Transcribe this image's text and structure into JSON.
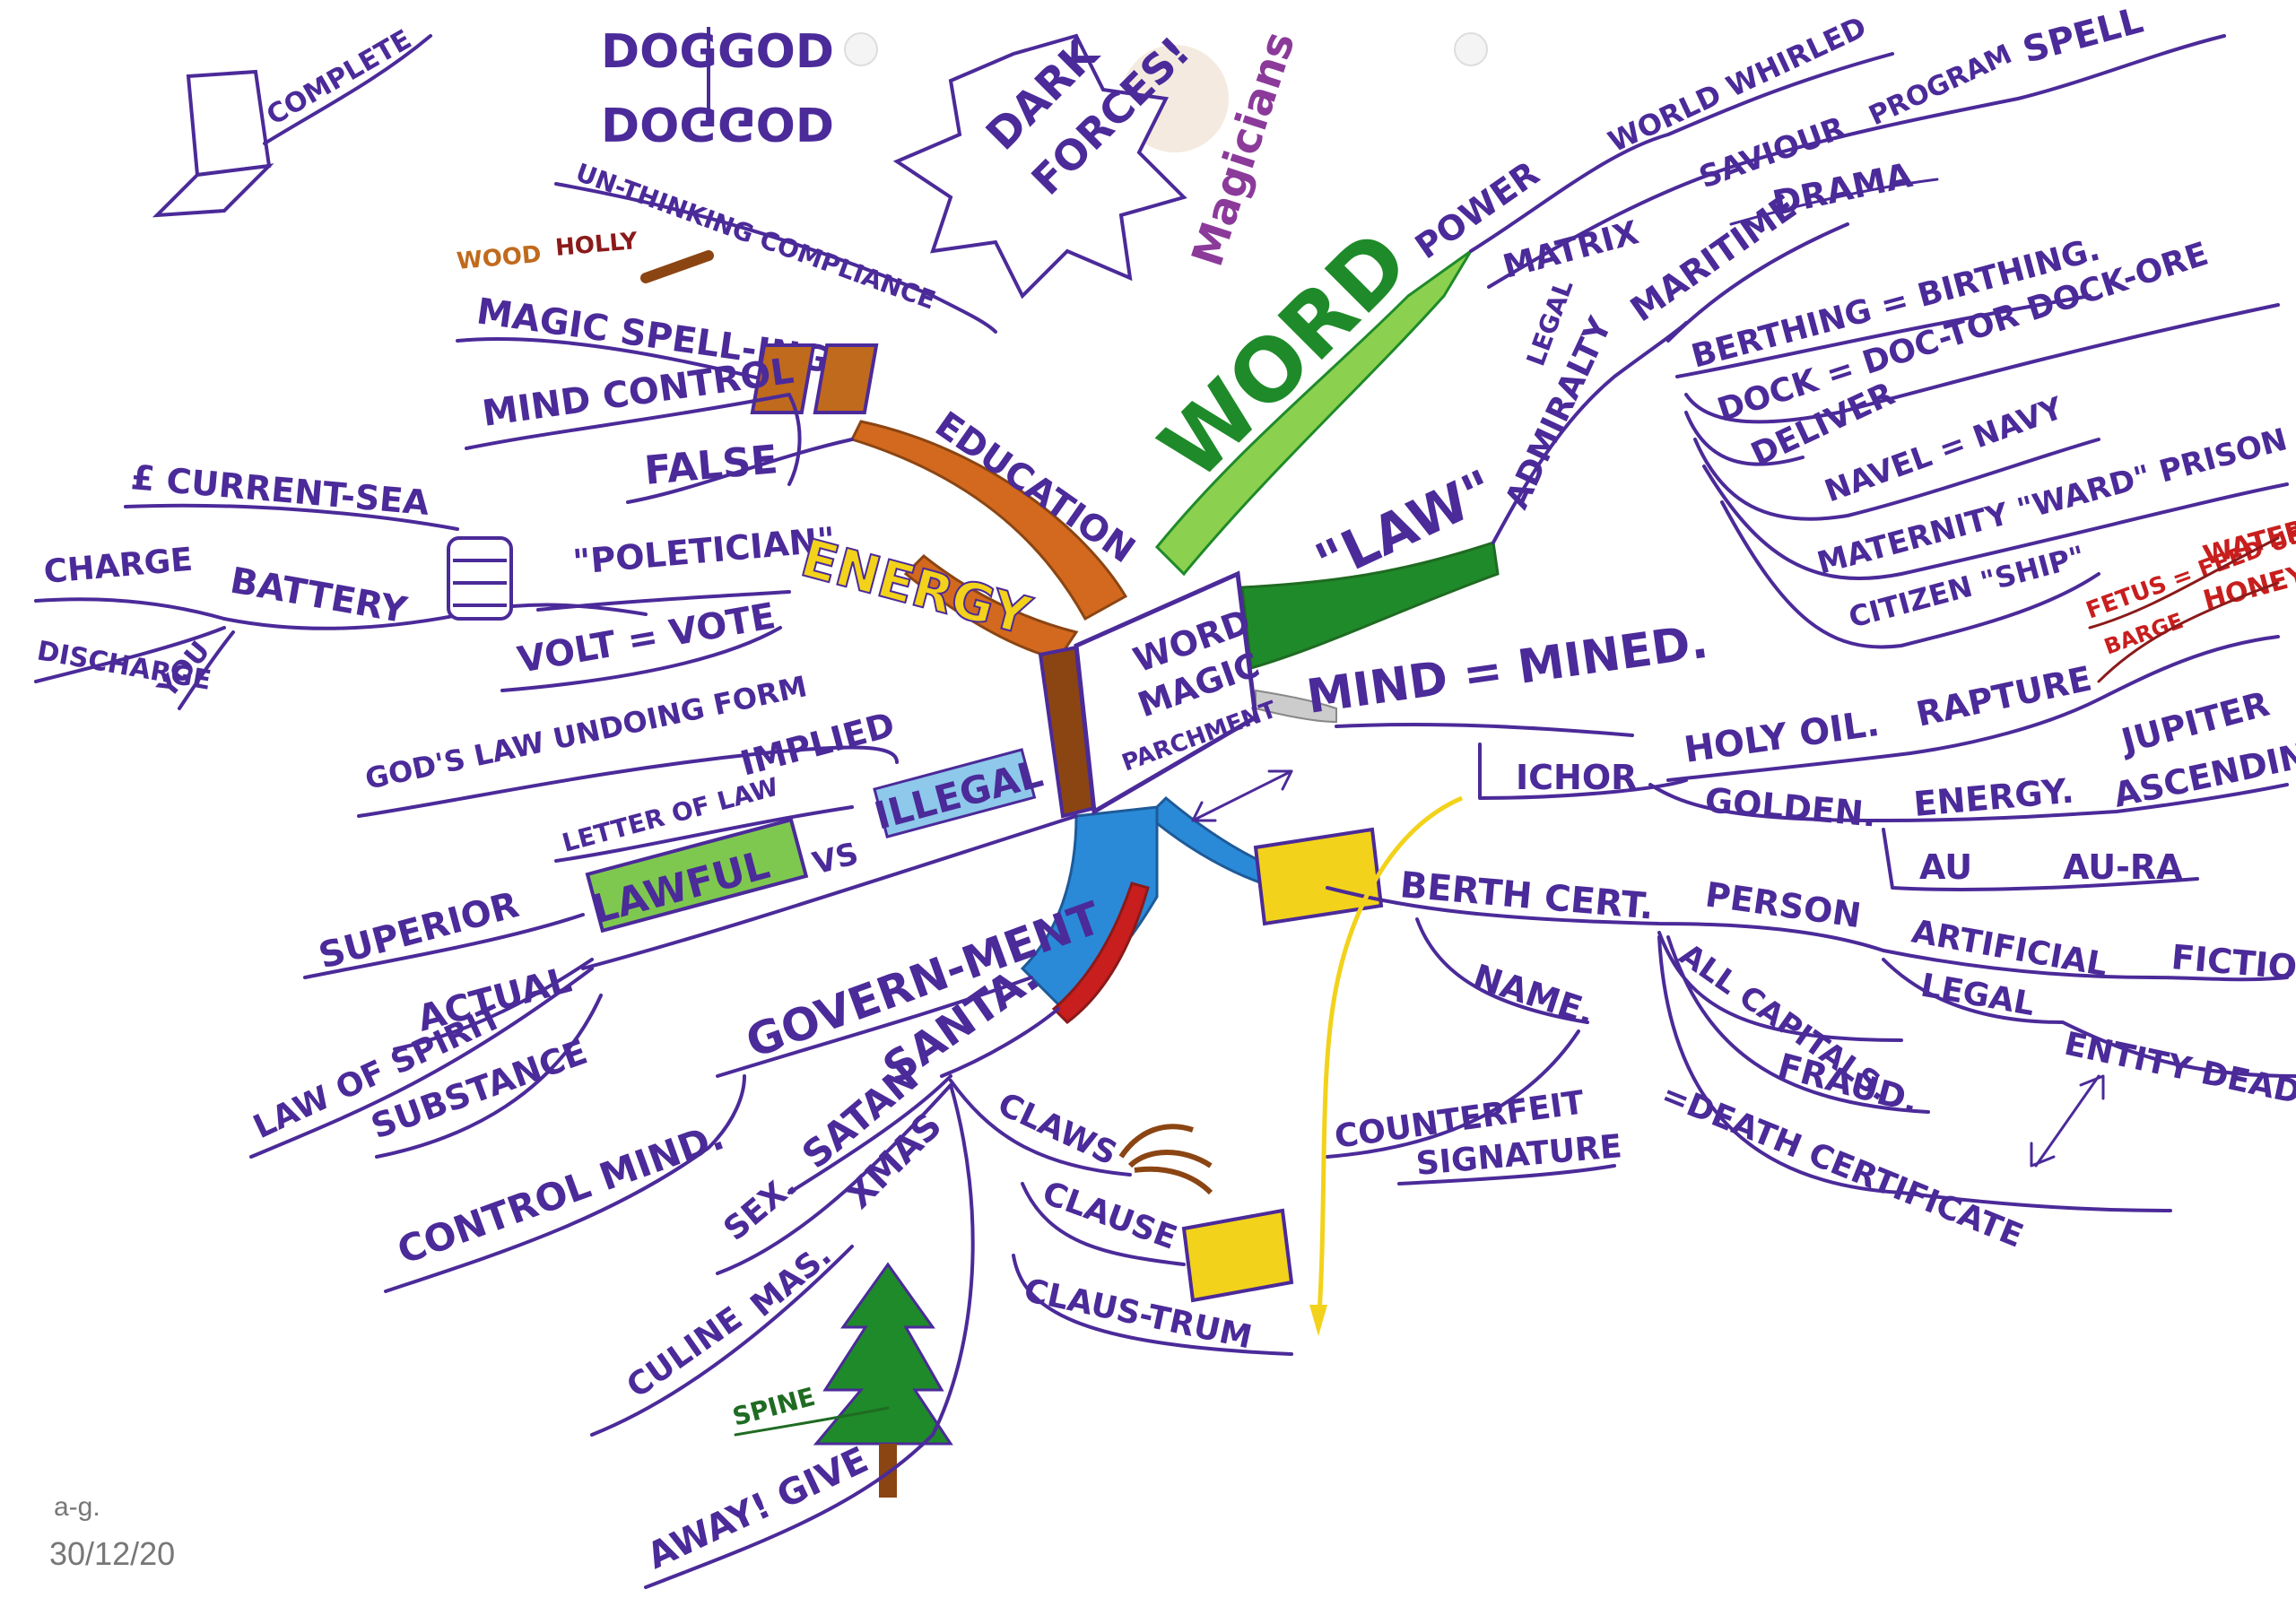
{
  "center": {
    "lines": [
      "WORD",
      "MAGIC",
      "PARCHMENT"
    ]
  },
  "colors": {
    "ink": "#4b2a99",
    "green": "#1f8a2a",
    "light_green": "#8bd04e",
    "orange": "#d2691e",
    "brown": "#8b4513",
    "yellow": "#f2d21a",
    "blue": "#2a8ad8",
    "red": "#c81e1e",
    "dark_red": "#8b1a1a",
    "gold_text": "#e6b800"
  },
  "labels": {
    "complete": "COMPLETE",
    "dog": "DOG",
    "god": "GOD",
    "dog_mirror": "DOG",
    "god_mirror": "GOD",
    "dark_forces_1": "DARK",
    "dark_forces_2": "FORCES!",
    "magicians": "Magicians",
    "world_whirled": "WORLD WHIRLED",
    "power": "POWER",
    "matrix": "MATRIX",
    "saviour": "SAVIOUR",
    "program": "PROGRAM",
    "spell": "SPELL",
    "drama": "DRAMA",
    "word": "WORD",
    "un_thinking": "UN-THINKING COMPLIANCE",
    "wood": "WOOD",
    "holly": "HOLLY",
    "magic_spelling": "MAGIC SPELL-ING",
    "mind_control": "MIND CONTROL",
    "false": "FALSE",
    "education": "EDUCATION",
    "current_sea": "£ CURRENT-SEA",
    "charge": "CHARGE",
    "battery": "BATTERY",
    "discharge": "DISCHARGE",
    "you": "YOU",
    "politician": "\"POLETICIAN\"",
    "energy": "ENERGY",
    "volt_vote": "VOLT = VOTE",
    "law": "\"LAW\"",
    "legal": "LEGAL",
    "admiralty": "ADMIRALTY",
    "maritime": "MARITIME",
    "berthing": "BERTHING = BIRTHING.",
    "dock": "DOCK = DOC-TOR DOCK-ORE",
    "deliver": "DELIVER",
    "navel": "NAVEL = NAVY",
    "maternity": "MATERNITY \"WARD\" PRISON",
    "citizen": "CITIZEN \"SHIP\"",
    "fetus": "FETUS = FEED US",
    "barge": "BARGE",
    "water": "WATER",
    "honey": "HONEY",
    "mind_mined": "MIND = MINED.",
    "ichor": "ICHOR",
    "holy_oil": "HOLY OIL.",
    "rapture": "RAPTURE",
    "jupiter": "JUPITER",
    "ascending": "ASCENDING",
    "golden": "GOLDEN.",
    "energy2": "ENERGY.",
    "au": "AU",
    "au_ra": "AU-RA",
    "gods_law": "GOD'S LAW UNDOING FORM",
    "implied": "IMPLIED",
    "letter_of_law": "LETTER OF LAW",
    "vs": "VS",
    "illegal": "ILLEGAL",
    "superior": "SUPERIOR",
    "lawful": "LAWFUL",
    "actual": "ACTUAL",
    "law_of_spirit": "LAW OF SPIRIT",
    "substance": "SUBSTANCE",
    "govern_ment": "GOVERN-MENT",
    "control_mind": "CONTROL MIND.",
    "santa": "SANTA.",
    "satan": "SATAN",
    "sex": "SEX.",
    "xmas": "XMAS",
    "culine": "CULINE",
    "mas": "MAS.",
    "spine": "SPINE",
    "away_give": "AWAY! GIVE",
    "claws": "CLAWS",
    "clause": "CLAUSE",
    "claus_trum": "CLAUS-TRUM",
    "berth_cert": "BERTH CERT.",
    "person": "PERSON",
    "artificial": "ARTIFICIAL",
    "fiction": "FICTION",
    "legal2": "LEGAL",
    "entity": "ENTITY DEAD",
    "name": "NAME.",
    "all_capitals": "ALL CAPITALS.",
    "fraud": "FRAUD.",
    "death_cert": "=DEATH CERTIFICATE",
    "counterfeit": "COUNTERFEIT",
    "signature": "SIGNATURE",
    "signature_initials": "a-g.",
    "date": "30/12/20"
  }
}
